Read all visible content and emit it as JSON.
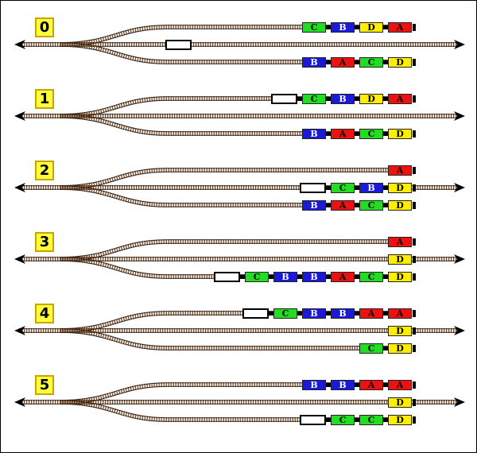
{
  "colors": {
    "A": "#ee1111",
    "B": "#1a1ad8",
    "C": "#22dd22",
    "D": "#ffee00",
    "label_bg": "#ffff3b",
    "rail": "#a26d3f",
    "tie": "#8a4a1a"
  },
  "stages": [
    {
      "label": "0",
      "top": {
        "cars": [
          "C",
          "B",
          "D",
          "A"
        ],
        "loco": false
      },
      "middle": {
        "cars": [],
        "loco": true
      },
      "bottom": {
        "cars": [
          "B",
          "A",
          "C",
          "D"
        ],
        "loco": false
      }
    },
    {
      "label": "1",
      "top": {
        "cars": [
          "C",
          "B",
          "D",
          "A"
        ],
        "loco": true
      },
      "middle": {
        "cars": [],
        "loco": false
      },
      "bottom": {
        "cars": [
          "B",
          "A",
          "C",
          "D"
        ],
        "loco": false
      }
    },
    {
      "label": "2",
      "top": {
        "cars": [
          "A"
        ],
        "loco": false
      },
      "middle": {
        "cars": [
          "C",
          "B",
          "D"
        ],
        "loco": true
      },
      "bottom": {
        "cars": [
          "B",
          "A",
          "C",
          "D"
        ],
        "loco": false
      }
    },
    {
      "label": "3",
      "top": {
        "cars": [
          "A"
        ],
        "loco": false
      },
      "middle": {
        "cars": [
          "D"
        ],
        "loco": false
      },
      "bottom": {
        "cars": [
          "C",
          "B",
          "B",
          "A",
          "C",
          "D"
        ],
        "loco": true
      }
    },
    {
      "label": "4",
      "top": {
        "cars": [
          "C",
          "B",
          "B",
          "A",
          "A"
        ],
        "loco": true
      },
      "middle": {
        "cars": [
          "D"
        ],
        "loco": false
      },
      "bottom": {
        "cars": [
          "C",
          "D"
        ],
        "loco": false
      }
    },
    {
      "label": "5",
      "top": {
        "cars": [
          "B",
          "B",
          "A",
          "A"
        ],
        "loco": false
      },
      "middle": {
        "cars": [
          "D"
        ],
        "loco": false
      },
      "bottom": {
        "cars": [
          "C",
          "C",
          "D"
        ],
        "loco": true
      }
    }
  ]
}
